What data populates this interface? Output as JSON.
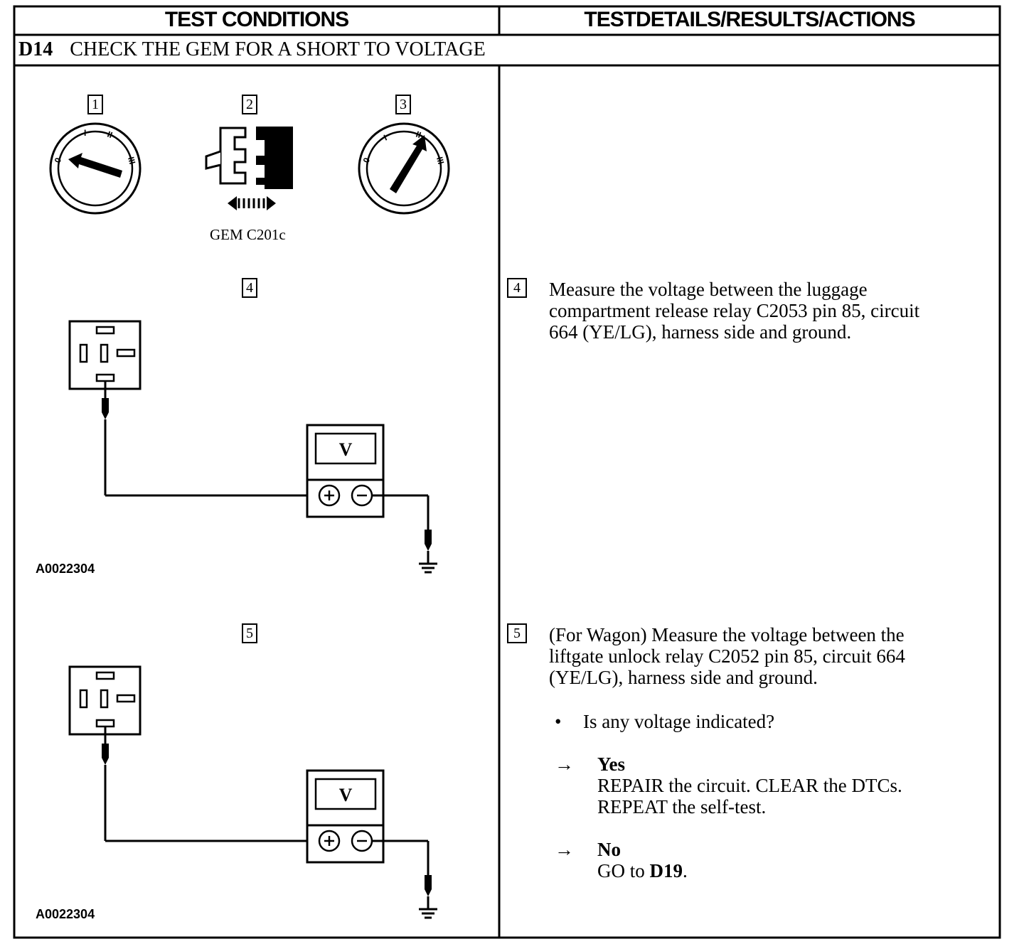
{
  "header": {
    "left": "TEST CONDITIONS",
    "right": "TESTDETAILS/RESULTS/ACTIONS"
  },
  "step": {
    "id": "D14",
    "title": "CHECK THE GEM FOR A SHORT TO VOLTAGE"
  },
  "figures": {
    "step1_label": "1",
    "step2_label": "2",
    "step3_label": "3",
    "step4_label": "4",
    "step5_label": "5",
    "connector_caption": "GEM C201c",
    "meter_symbol": "V",
    "figure_id_1": "A0022304",
    "figure_id_2": "A0022304",
    "icons": [
      "ignition-off-icon",
      "connector-disconnect-icon",
      "ignition-run-icon",
      "relay-connector-icon",
      "voltmeter-icon",
      "ground-icon"
    ]
  },
  "instructions": {
    "step4": {
      "label": "4",
      "line1": "Measure the voltage between the luggage",
      "line2": "compartment release relay C2053 pin 85, circuit",
      "line3": "664 (YE/LG), harness side and ground."
    },
    "step5": {
      "label": "5",
      "line1": "(For Wagon) Measure the voltage between the",
      "line2": "liftgate unlock relay C2052 pin 85, circuit 664",
      "line3": "(YE/LG), harness side and ground.",
      "bullet": "•",
      "question": "Is any voltage indicated?",
      "arrow": "→",
      "yes_label": "Yes",
      "yes_line1": "REPAIR the circuit. CLEAR the DTCs.",
      "yes_line2": "REPEAT the self-test.",
      "no_label": "No",
      "no_text": "GO to",
      "no_target": "D19",
      "no_end": "."
    }
  }
}
